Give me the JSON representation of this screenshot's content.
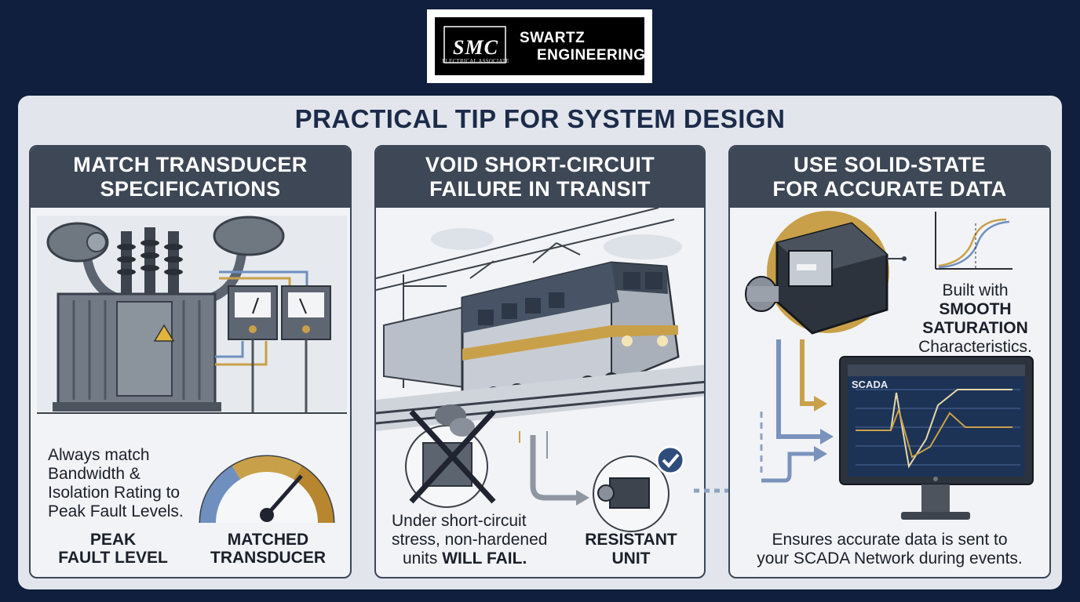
{
  "logo": {
    "mark": "SMC",
    "mark_sub": "ELECTRICAL ASSOCIATE",
    "line1": "SWARTZ",
    "line2": "ENGINEERING"
  },
  "title": "PRACTICAL TIP FOR SYSTEM DESIGN",
  "cards": [
    {
      "heading_l1": "MATCH TRANSDUCER",
      "heading_l2": "SPECIFICATIONS",
      "body_l1": "Always match",
      "body_l2": "Bandwidth &",
      "body_l3": "Isolation Rating to",
      "body_l4": "Peak Fault Levels.",
      "label_a_l1": "PEAK",
      "label_a_l2": "FAULT LEVEL",
      "label_b_l1": "MATCHED",
      "label_b_l2": "TRANSDUCER",
      "icons": [
        "transformer-icon",
        "meter-icon",
        "gauge-icon",
        "warning-icon"
      ]
    },
    {
      "heading_l1": "VOID SHORT-CIRCUIT",
      "heading_l2": "FAILURE IN TRANSIT",
      "body_l1": "Under short-circuit",
      "body_l2": "stress, non-hardened",
      "body_l3_pre": "units ",
      "body_l3_bold": "WILL FAIL.",
      "label_l1": "RESISTANT",
      "label_l2": "UNIT",
      "icons": [
        "electric-train-icon",
        "cross-icon",
        "check-icon",
        "transducer-icon"
      ]
    },
    {
      "heading_l1": "USE SOLID-STATE",
      "heading_l2": "FOR ACCURATE DATA",
      "note_l1": "Built with",
      "note_l2": "SMOOTH",
      "note_l3": "SATURATION",
      "note_l4": "Characteristics.",
      "monitor_title": "SCADA",
      "footer_l1": "Ensures accurate data is sent to",
      "footer_l2": "your SCADA Network during events.",
      "icons": [
        "solid-state-sensor-icon",
        "saturation-curve-icon",
        "monitor-icon"
      ]
    }
  ],
  "colors": {
    "background": "#0f1f3d",
    "panel": "#e2e6ec",
    "card_header": "#3d4756",
    "accent_gold": "#c9a04a",
    "accent_blue": "#5b7fb0",
    "title_text": "#1d2b4a"
  }
}
